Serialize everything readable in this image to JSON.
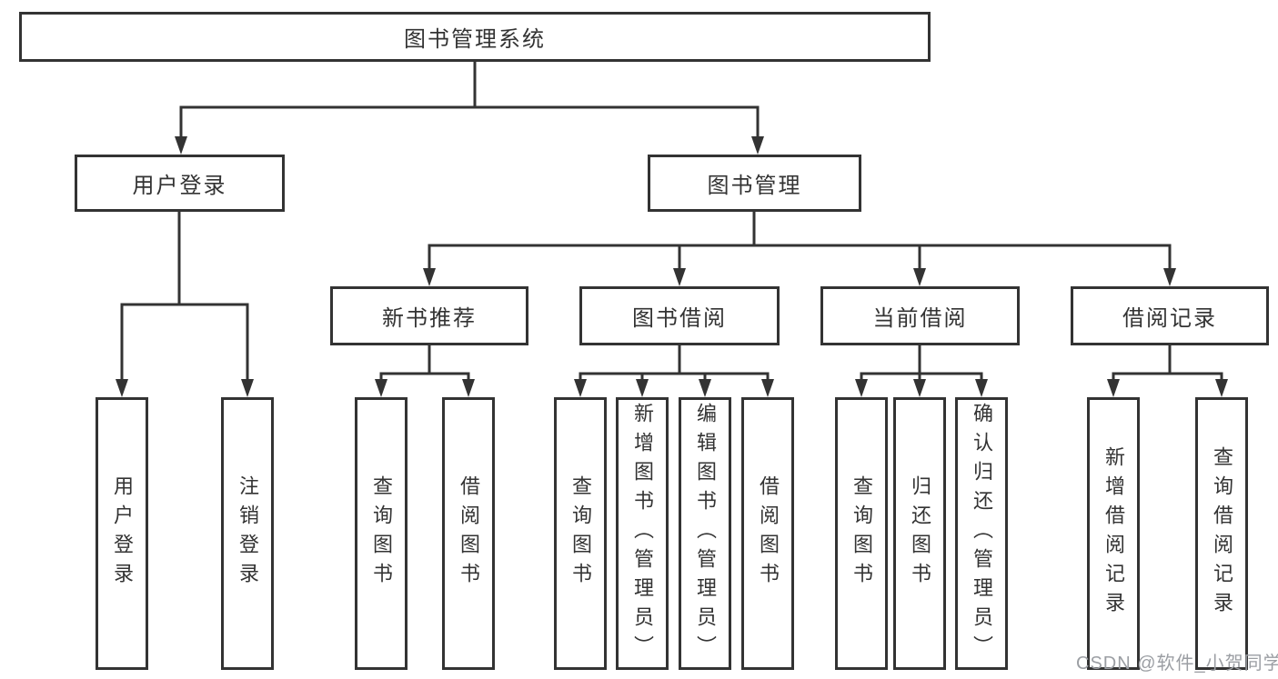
{
  "colors": {
    "line": "#333333",
    "text": "#333333",
    "watermark": "#9b9ea3",
    "background": "#ffffff"
  },
  "watermark": "CSDN @软件_小贺同学",
  "tree": {
    "label": "图书管理系统",
    "children": [
      {
        "label": "用户登录",
        "children": [
          {
            "label": "用户登录"
          },
          {
            "label": "注销登录"
          }
        ]
      },
      {
        "label": "图书管理",
        "children": [
          {
            "label": "新书推荐",
            "children": [
              {
                "label": "查询图书"
              },
              {
                "label": "借阅图书"
              }
            ]
          },
          {
            "label": "图书借阅",
            "children": [
              {
                "label": "查询图书"
              },
              {
                "label": "新增图书（管理员）"
              },
              {
                "label": "编辑图书（管理员）"
              },
              {
                "label": "借阅图书"
              }
            ]
          },
          {
            "label": "当前借阅",
            "children": [
              {
                "label": "查询图书"
              },
              {
                "label": "归还图书"
              },
              {
                "label": "确认归还（管理员）"
              }
            ]
          },
          {
            "label": "借阅记录",
            "children": [
              {
                "label": "新增借阅记录"
              },
              {
                "label": "查询借阅记录"
              }
            ]
          }
        ]
      }
    ]
  }
}
